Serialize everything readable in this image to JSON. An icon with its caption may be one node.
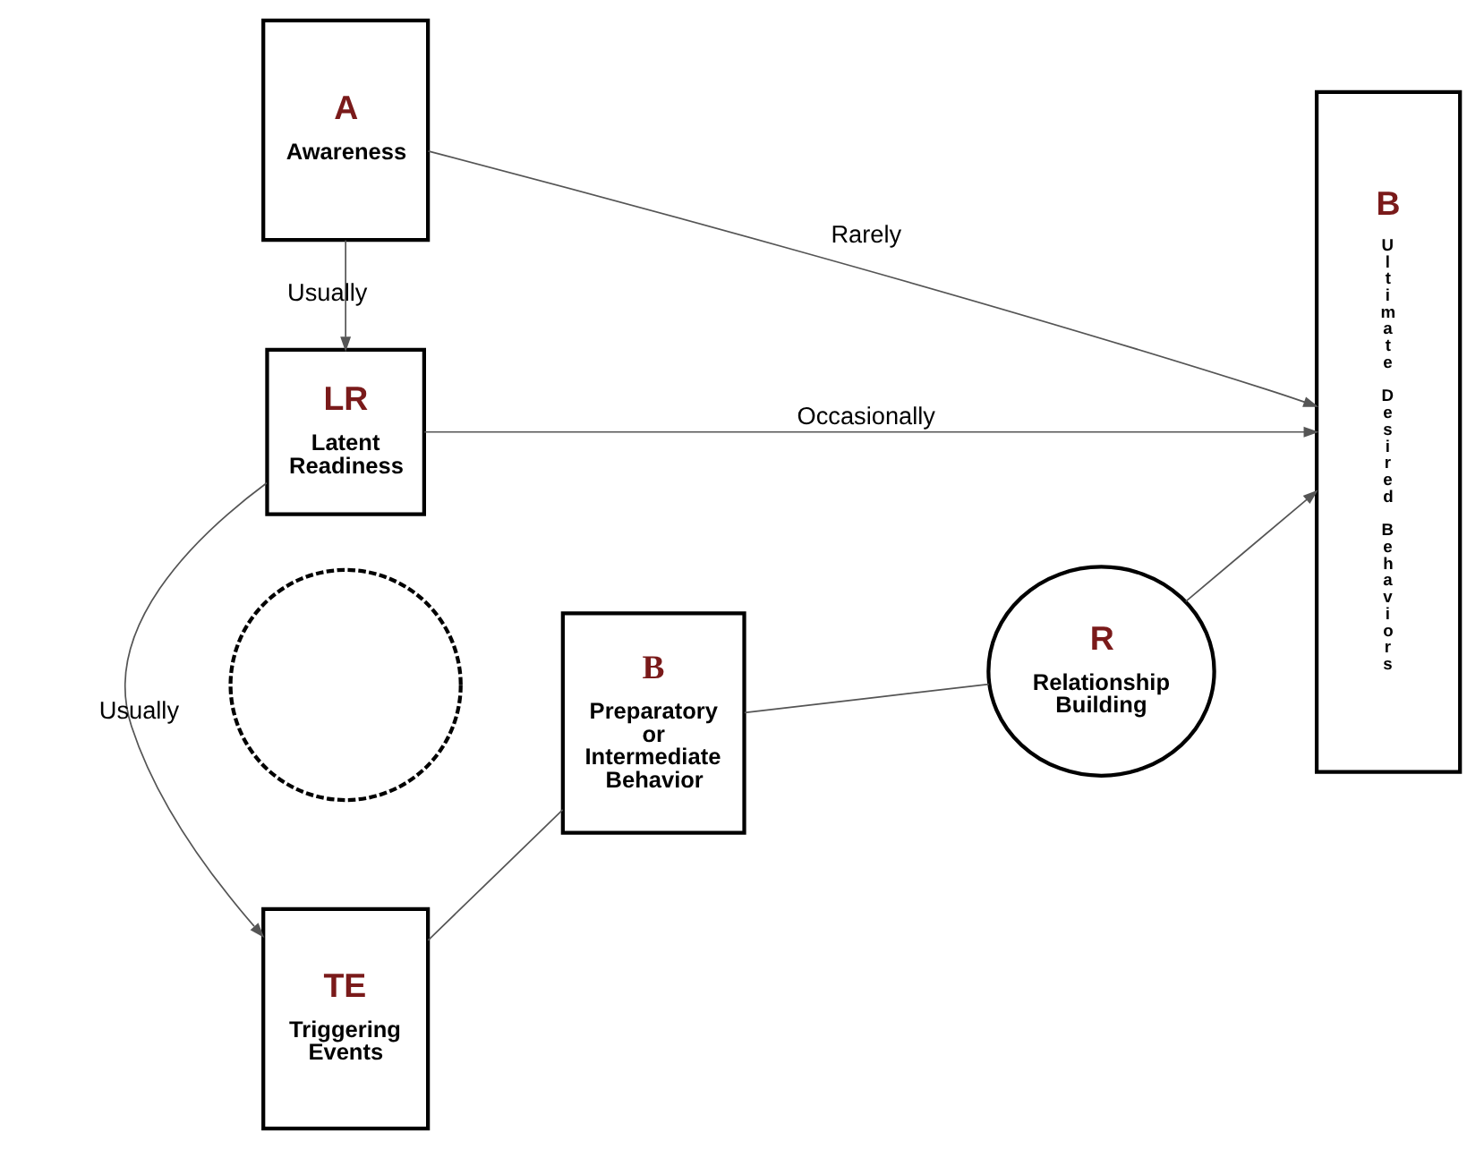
{
  "diagram": {
    "nodes": [
      {
        "text": [
          "A",
          "Awareness"
        ]
      },
      {
        "text": [],
        "shape": "circle"
      },
      {
        "text": [
          "LR",
          "Latent Readiness"
        ]
      },
      {
        "text": [
          "TE",
          "Triggering Events"
        ]
      },
      {
        "text": [
          "B",
          "Preparatory or Intermediate Behavior"
        ]
      },
      {
        "text": [
          "R",
          "Relationship Building"
        ]
      },
      {
        "text": [
          "B",
          "Ultimate Desired Behaviors"
        ]
      }
    ],
    "edges": [
      {
        "from": 0,
        "to": 6,
        "arrow": "to",
        "label": "Rarely"
      },
      {
        "from": 0,
        "to": 2,
        "arrow": "to",
        "label": "Usually"
      },
      {
        "from": 2,
        "to": 6,
        "arrow": "to",
        "label": "Occasionally"
      },
      {
        "from": 2,
        "to": 3,
        "arrow": "to",
        "label": "Usually"
      },
      {
        "from": 3,
        "to": 4,
        "arrow": "none"
      },
      {
        "from": 4,
        "to": 5,
        "arrow": "none"
      },
      {
        "from": 5,
        "to": 6,
        "arrow": "to"
      }
    ]
  }
}
